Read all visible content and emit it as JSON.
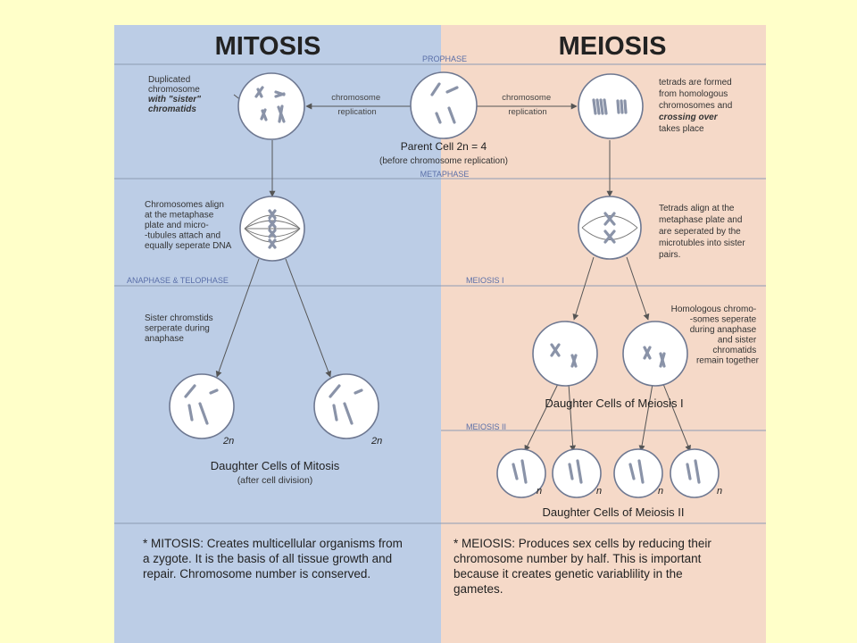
{
  "headings": {
    "left": "MITOSIS",
    "right": "MEIOSIS"
  },
  "phases": {
    "prophase": "PROPHASE",
    "metaphase": "METAPHASE",
    "anaphase_telophase": "ANAPHASE & TELOPHASE",
    "meiosis_1": "MEIOSIS I",
    "meiosis_2": "MEIOSIS II"
  },
  "mitosis": {
    "duplicated": [
      "Duplicated",
      "chromosome",
      "with \"sister\"",
      "chromatids"
    ],
    "replication_arrow": [
      "chromosome",
      "replication"
    ],
    "metaphase_note": [
      "Chromosomes align",
      "at the metaphase",
      "plate and micro-",
      "-tubules attach and",
      "equally seperate DNA"
    ],
    "anaphase_note": [
      "Sister chromstids",
      "serperate during",
      "anaphase"
    ],
    "ploidy": "2n",
    "daughter_title": "Daughter Cells of Mitosis",
    "daughter_sub": "(after cell division)",
    "summary": [
      "* MITOSIS: Creates multicellular organisms from",
      "a zygote.  It is the basis of all tissue growth and",
      "repair.  Chromosome number is conserved."
    ]
  },
  "parent": {
    "label": "Parent Cell 2n = 4",
    "sub": "(before chromosome replication)"
  },
  "meiosis": {
    "replication_arrow": [
      "chromosome",
      "replication"
    ],
    "tetrads_note": [
      "tetrads are formed",
      "from homologous",
      "chromosomes and",
      "crossing over",
      "takes place"
    ],
    "metaphase_note": [
      "Tetrads align at the",
      "metaphase plate and",
      "are seperated by the",
      "microtubles into sister",
      "pairs."
    ],
    "homologous_note": [
      "Homologous chromo-",
      "-somes seperate",
      "during anaphase",
      "and sister",
      "chromatids",
      "remain together"
    ],
    "daughter1_title": "Daughter Cells of Meiosis I",
    "ploidy": "n",
    "daughter2_title": "Daughter Cells of Meiosis II",
    "summary": [
      "* MEIOSIS: Produces sex cells by reducing their",
      "chromosome number by half.  This is important",
      "because it creates genetic variablility in the",
      "gametes."
    ]
  },
  "colors": {
    "page": "#ffffc9",
    "mitosis_panel": "#bccde6",
    "meiosis_panel": "#f5d9c8",
    "cell_fill": "#ffffff",
    "phase_label": "#5a6fa8",
    "chromosome": "#8a93a8"
  }
}
